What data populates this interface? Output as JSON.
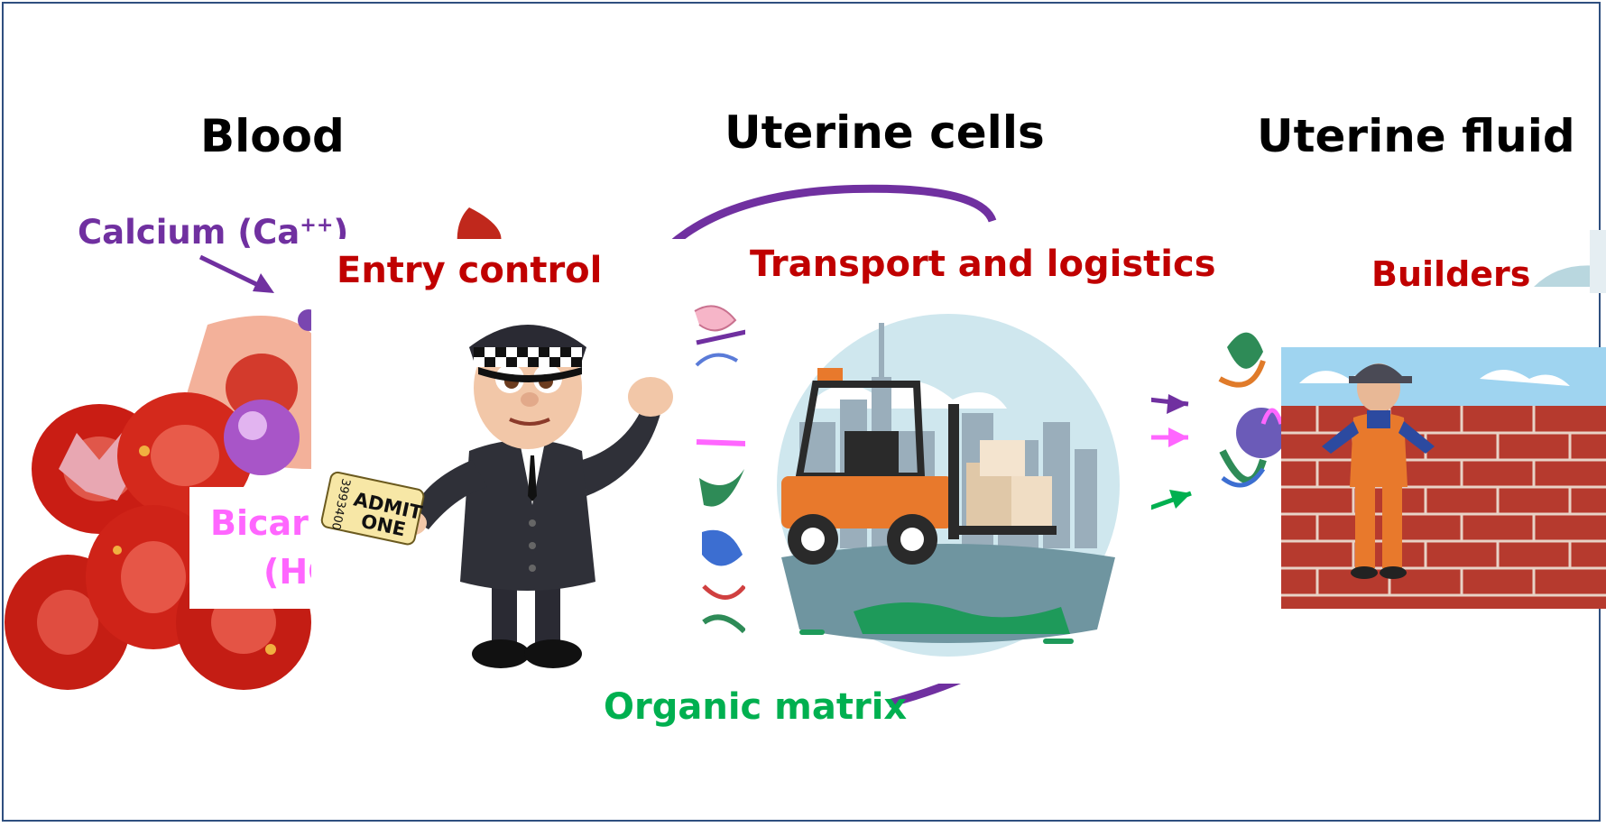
{
  "headings": {
    "blood": "Blood",
    "uterine_cells": "Uterine cells",
    "uterine_fluid": "Uterine fluid"
  },
  "labels": {
    "calcium_main": "Calcium (Ca",
    "calcium_sup": "++",
    "calcium_close": ")",
    "bicarb_line1": "Bicarb",
    "bicarb_line2": "(HC",
    "entry_control": "Entry control",
    "transport": "Transport and logistics",
    "builders": "Builders",
    "organic_matrix": "Organic matrix"
  },
  "ticket": {
    "line1": "ADMIT",
    "line2": "ONE",
    "serial": "3993400"
  },
  "colors": {
    "calcium": "#7030a0",
    "bicarbonate": "#ff66ff",
    "organic_matrix": "#00b050",
    "role_label": "#c00000",
    "frame": "#2f4f7f"
  },
  "icons": {
    "blood": "red-blood-cells-illustration",
    "entry_control": "police-officer-holding-ticket-icon",
    "transport": "forklift-logistics-icon",
    "builders": "builder-brick-wall-icon",
    "proteins": "protein-ribbon-icon"
  }
}
